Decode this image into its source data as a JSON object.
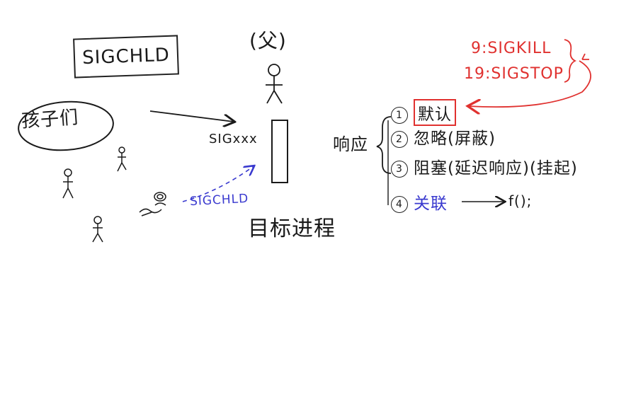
{
  "title_box": "SIGCHLD",
  "parent_label": "(父)",
  "children_label": "孩子们",
  "signal_label": "SIGxxx",
  "child_signal_label": "SIGCHLD",
  "target_label": "目标进程",
  "respond_label": "响应",
  "responses": [
    {
      "num": "1",
      "text": "默认"
    },
    {
      "num": "2",
      "text": "忽略(屏蔽)"
    },
    {
      "num": "3",
      "text": "阻塞(延迟响应)(挂起)"
    },
    {
      "num": "4",
      "text": "关联",
      "func": "f();"
    }
  ],
  "uncatchable": [
    "9:SIGKILL",
    "19:SIGSTOP"
  ],
  "colors": {
    "ink": "#1a1a1a",
    "blue": "#3a3acf",
    "red": "#e0312f"
  }
}
